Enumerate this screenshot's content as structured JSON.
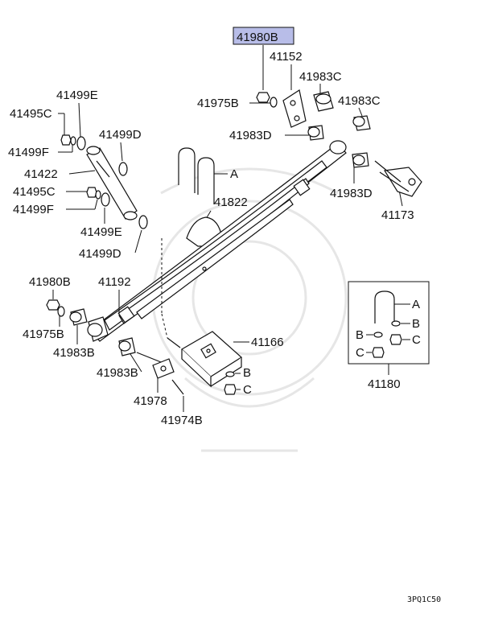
{
  "highlight_color": "#b8bde8",
  "highlighted_label": "41980B",
  "labels": {
    "p41980B_top": "41980B",
    "p41152": "41152",
    "p41983C_a": "41983C",
    "p41983C_b": "41983C",
    "p41975B_top": "41975B",
    "p41983D_a": "41983D",
    "p41983D_b": "41983D",
    "p41173": "41173",
    "p41499E_a": "41499E",
    "p41495C_a": "41495C",
    "p41499D_a": "41499D",
    "p41499F_a": "41499F",
    "p41422": "41422",
    "p41495C_b": "41495C",
    "p41499F_b": "41499F",
    "p41499E_b": "41499E",
    "p41499D_b": "41499D",
    "p41822": "41822",
    "p41980B_left": "41980B",
    "p41192": "41192",
    "p41975B_left": "41975B",
    "p41983B_a": "41983B",
    "p41983B_b": "41983B",
    "p41166": "41166",
    "p41978": "41978",
    "p41974B": "41974B",
    "p41180": "41180",
    "letter_A_main": "A",
    "letter_B_main": "B",
    "letter_C_main": "C",
    "inset_A": "A",
    "inset_B_left": "B",
    "inset_B_right": "B",
    "inset_C_left": "C",
    "inset_C_right": "C"
  },
  "diagram_code": "3PQ1C50"
}
